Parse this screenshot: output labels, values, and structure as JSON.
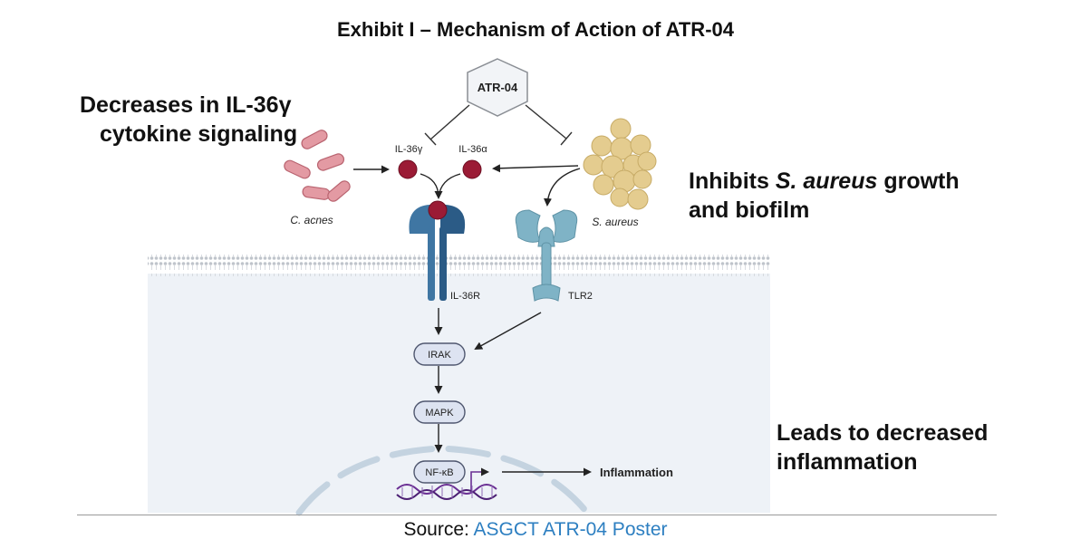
{
  "title": "Exhibit I – Mechanism of Action of ATR-04",
  "drug": {
    "label": "ATR-04"
  },
  "callouts": {
    "left_line1": "Decreases in IL-36γ",
    "left_line2": "cytokine signaling",
    "right_top_prefix": "Inhibits ",
    "right_top_italic": "S. aureus",
    "right_top_suffix": " growth",
    "right_top_line2": "and biofilm",
    "right_bottom_line1": "Leads to decreased",
    "right_bottom_line2": "inflammation"
  },
  "labels": {
    "c_acnes": "C. acnes",
    "s_aureus": "S. aureus",
    "il36g": "IL-36γ",
    "il36a": "IL-36α",
    "il36r": "IL-36R",
    "tlr2": "TLR2",
    "irak": "IRAK",
    "mapk": "MAPK",
    "nfkb": "NF-κB",
    "inflammation": "Inflammation"
  },
  "source": {
    "prefix": "Source: ",
    "link": "ASGCT ATR-04 Poster"
  },
  "colors": {
    "receptor_blue": "#3f76a3",
    "receptor_dark": "#2b5b86",
    "tlr2_teal": "#7fb3c6",
    "cytokine": "#9b1b35",
    "bacteria_pink": "#e39aa3",
    "staph_tan": "#e4cc8f",
    "cell_bg": "#eef2f7",
    "node_fill": "#dde3f1",
    "dna_purple": "#6a2f93",
    "link_blue": "#2d7fc1"
  }
}
